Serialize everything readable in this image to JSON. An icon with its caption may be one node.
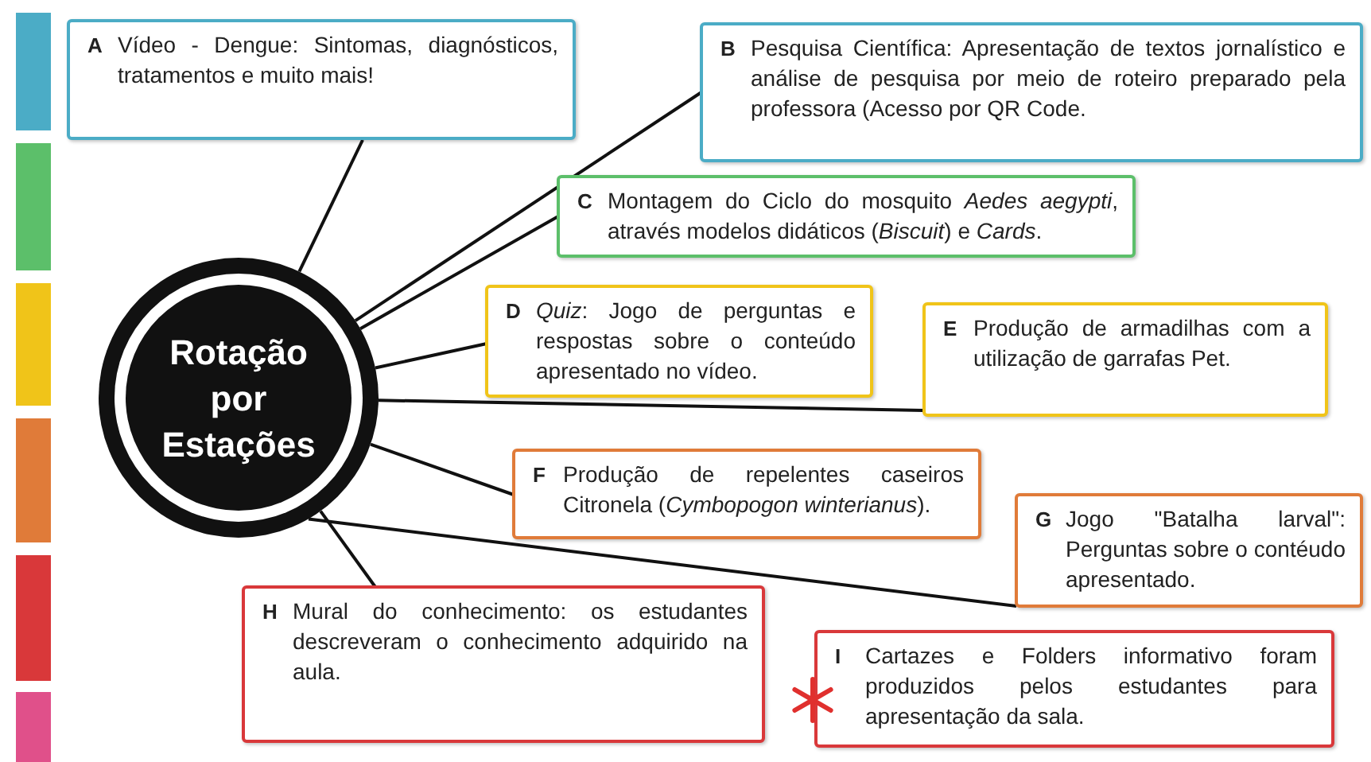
{
  "diagram": {
    "nodes": [
      {
        "text": [
          "Rotação por Estações"
        ]
      },
      {
        "text": [
          "A",
          "Vídeo - Dengue: Sintomas, diagnósticos, tratamentos e muito mais!"
        ]
      },
      {
        "text": [
          "B",
          "Pesquisa Científica: Apresentação de textos jornalístico e análise de pesquisa por meio de roteiro preparado pela professora (Acesso por QR Code."
        ]
      },
      {
        "text": [
          "C",
          "Montagem do Ciclo do mosquito *Aedes aegypti*, através modelos didáticos (*Biscuit*) e *Cards*."
        ]
      },
      {
        "text": [
          "D",
          "*Quiz*: Jogo de perguntas e respostas sobre o conteúdo apresentado no vídeo."
        ]
      },
      {
        "text": [
          "E",
          "Produção de armadilhas com a utilização de garrafas Pet."
        ]
      },
      {
        "text": [
          "F",
          "Produção de repelentes caseiros Citronela (*Cymbopogon winterianus*)."
        ]
      },
      {
        "text": [
          "G",
          "Jogo \"Batalha larval\": Perguntas sobre o contéudo apresentado."
        ]
      },
      {
        "text": [
          "H",
          "Mural do conhecimento: os estudantes descreveram o conhecimento adquirido na aula."
        ]
      },
      {
        "text": [
          "I",
          "Cartazes e Folders informativo foram produzidos pelos estudantes para apresentação da sala."
        ]
      }
    ],
    "edges": [
      {
        "from": 0,
        "to": 1,
        "arrow": "none"
      },
      {
        "from": 0,
        "to": 2,
        "arrow": "none"
      },
      {
        "from": 0,
        "to": 3,
        "arrow": "none"
      },
      {
        "from": 0,
        "to": 4,
        "arrow": "none"
      },
      {
        "from": 0,
        "to": 5,
        "arrow": "none"
      },
      {
        "from": 0,
        "to": 6,
        "arrow": "none"
      },
      {
        "from": 0,
        "to": 7,
        "arrow": "none"
      },
      {
        "from": 0,
        "to": 8,
        "arrow": "none"
      }
    ]
  }
}
